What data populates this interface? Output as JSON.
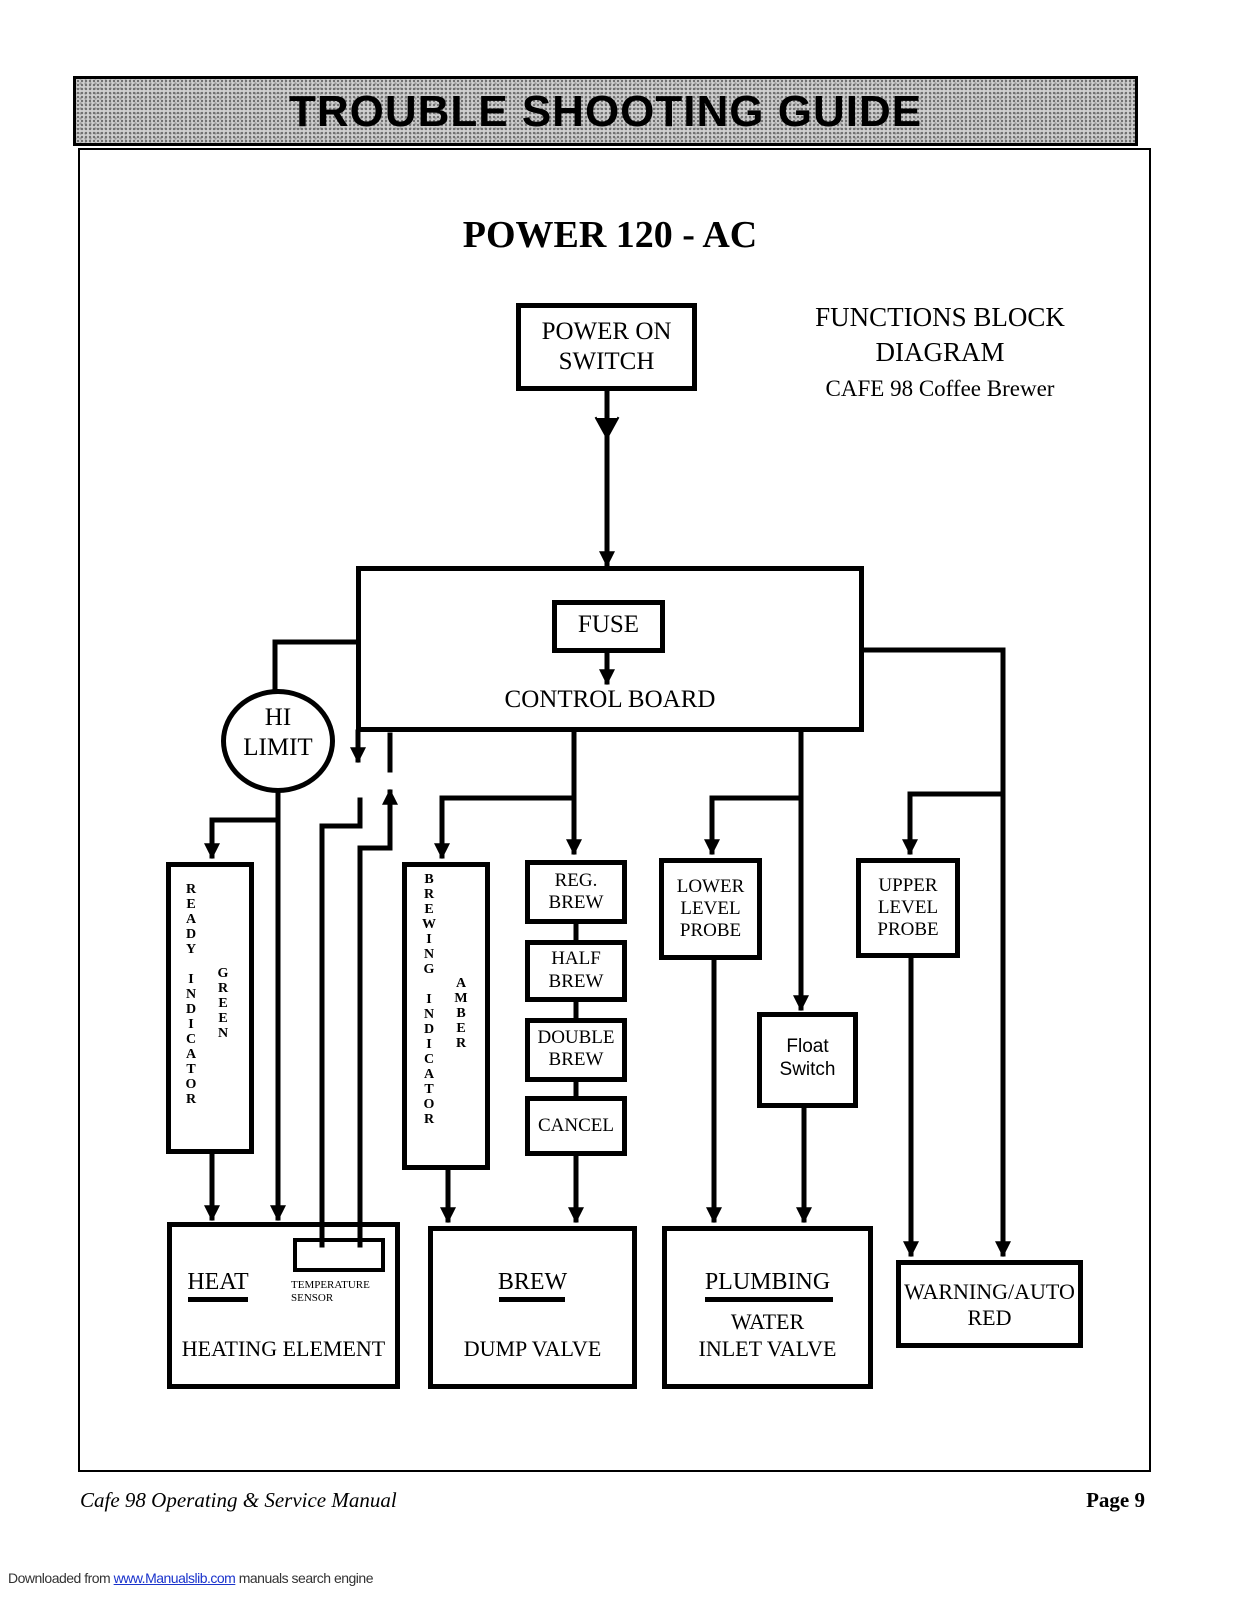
{
  "header": {
    "title": "TROUBLE SHOOTING GUIDE"
  },
  "diagram": {
    "main_title": "POWER 120 - AC",
    "caption_line1": "FUNCTIONS BLOCK",
    "caption_line2": "DIAGRAM",
    "caption_line3": "CAFE 98 Coffee Brewer",
    "power_switch": {
      "line1": "POWER ON",
      "line2": "SWITCH"
    },
    "fuse": "FUSE",
    "control_board": "CONTROL BOARD",
    "hi_limit": {
      "line1": "HI",
      "line2": "LIMIT"
    },
    "ready_indicator": {
      "label": "READY INDICATOR",
      "color": "GREEN"
    },
    "brewing_indicator": {
      "label": "BREWING INDICATOR",
      "color": "AMBER"
    },
    "buttons": {
      "reg_brew": {
        "line1": "REG.",
        "line2": "BREW"
      },
      "half_brew": {
        "line1": "HALF",
        "line2": "BREW"
      },
      "double_brew": {
        "line1": "DOUBLE",
        "line2": "BREW"
      },
      "cancel": "CANCEL"
    },
    "lower_probe": {
      "line1": "LOWER",
      "line2": "LEVEL",
      "line3": "PROBE"
    },
    "upper_probe": {
      "line1": "UPPER",
      "line2": "LEVEL",
      "line3": "PROBE"
    },
    "float_switch": {
      "line1": "Float",
      "line2": "Switch"
    },
    "heat_box": {
      "heading": "HEAT",
      "sensor_line1": "TEMPERATURE",
      "sensor_line2": "SENSOR",
      "element": "HEATING ELEMENT"
    },
    "brew_box": {
      "heading": "BREW",
      "element": "DUMP VALVE"
    },
    "plumbing_box": {
      "heading": "PLUMBING",
      "line1": "WATER",
      "line2": "INLET VALVE"
    },
    "warning_box": {
      "line1": "WARNING/AUTO",
      "line2": "RED"
    }
  },
  "footer": {
    "manual": "Cafe 98 Operating & Service Manual",
    "page": "Page 9",
    "download_prefix": "Downloaded from ",
    "download_link": "www.Manualslib.com",
    "download_suffix": " manuals search engine"
  }
}
